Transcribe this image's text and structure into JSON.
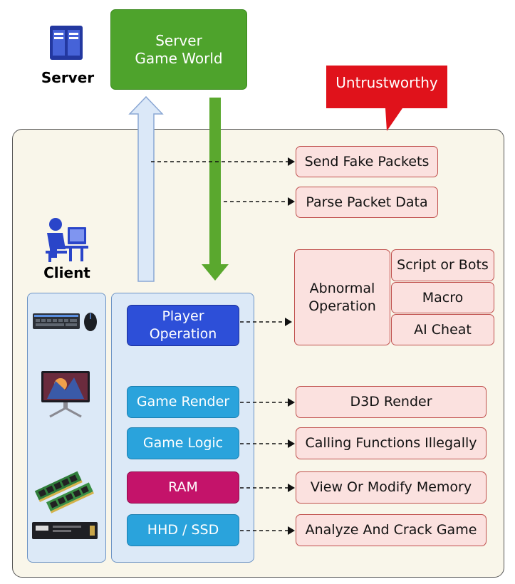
{
  "server": {
    "label": "Server",
    "game_world": "Server\nGame World"
  },
  "untrustworthy": "Untrustworthy",
  "client": {
    "label": "Client"
  },
  "packets": {
    "send_fake": "Send Fake Packets",
    "parse_data": "Parse Packet Data"
  },
  "abnormal": {
    "label": "Abnormal\nOperation",
    "items": [
      "Script or Bots",
      "Macro",
      "AI Cheat"
    ]
  },
  "player_operation": "Player\nOperation",
  "modules": [
    {
      "name": "game-render",
      "label": "Game Render",
      "attack": "D3D Render"
    },
    {
      "name": "game-logic",
      "label": "Game Logic",
      "attack": "Calling Functions Illegally"
    },
    {
      "name": "ram",
      "label": "RAM",
      "attack": "View Or Modify Memory"
    },
    {
      "name": "hhd-ssd",
      "label": "HHD / SSD",
      "attack": "Analyze And Crack Game"
    }
  ],
  "hardware_icons": [
    "keyboard-mouse-icon",
    "monitor-icon",
    "ram-stick-icon",
    "ssd-icon"
  ],
  "colors": {
    "server_green": "#4ea32c",
    "untrust_red": "#e0121b",
    "player_blue": "#2d4fd8",
    "module_blue": "#2aa3dc",
    "ram_magenta": "#c4136a",
    "attack_pink": "#fbe1df"
  }
}
